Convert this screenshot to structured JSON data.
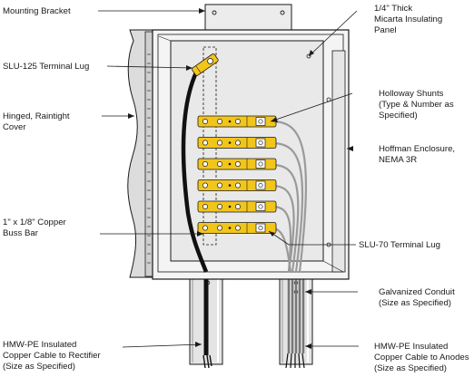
{
  "labels": {
    "mounting_bracket": "Mounting Bracket",
    "micarta_line1": "1/4\" Thick",
    "micarta_line2": "Micarta Insulating",
    "micarta_line3": "Panel",
    "slu125": "SLU-125 Terminal Lug",
    "cover_line1": "Hinged, Raintight",
    "cover_line2": "Cover",
    "shunts_line1": "Holloway Shunts",
    "shunts_line2": "(Type & Number as",
    "shunts_line3": "Specified)",
    "hoffman_line1": "Hoffman Enclosure,",
    "hoffman_line2": "NEMA 3R",
    "buss_line1": "1\" x 1/8\" Copper",
    "buss_line2": "Buss Bar",
    "slu70": "SLU-70 Terminal Lug",
    "conduit_line1": "Galvanized Conduit",
    "conduit_line2": "(Size as Specified)",
    "rect_line1": "HMW-PE Insulated",
    "rect_line2": "Copper Cable to Rectifier",
    "rect_line3": "(Size as Specified)",
    "anode_line1": "HMW-PE Insulated",
    "anode_line2": "Copper Cable to Anodes",
    "anode_line3": "(Size as Specified)"
  },
  "colors": {
    "shunt": "#f2c51b",
    "line": "#1a1a1a",
    "panel": "#e9e9e9",
    "cable": "#9a9a9a"
  },
  "shunt_count": 6
}
